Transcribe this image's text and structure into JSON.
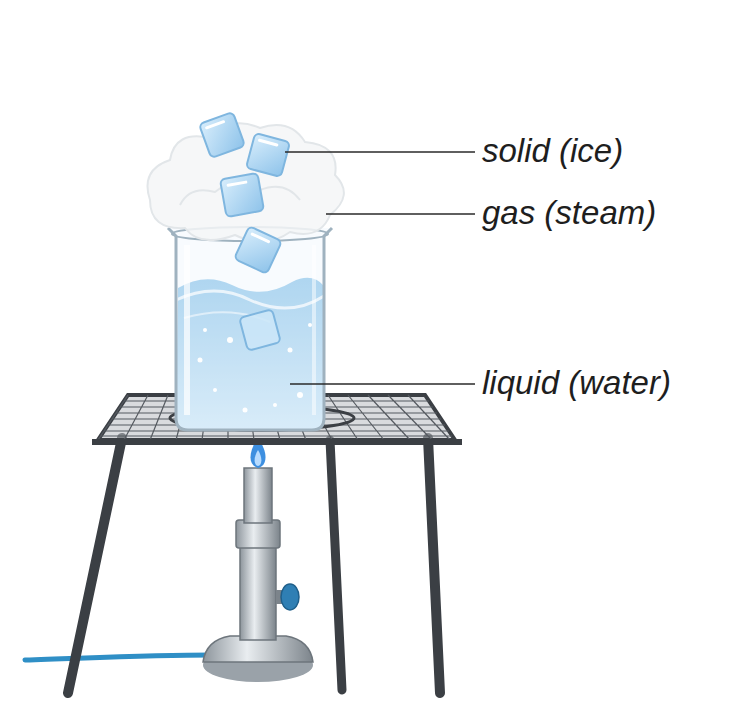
{
  "diagram": {
    "labels": [
      "solid (ice)",
      "gas (steam)",
      "liquid (water)"
    ]
  }
}
